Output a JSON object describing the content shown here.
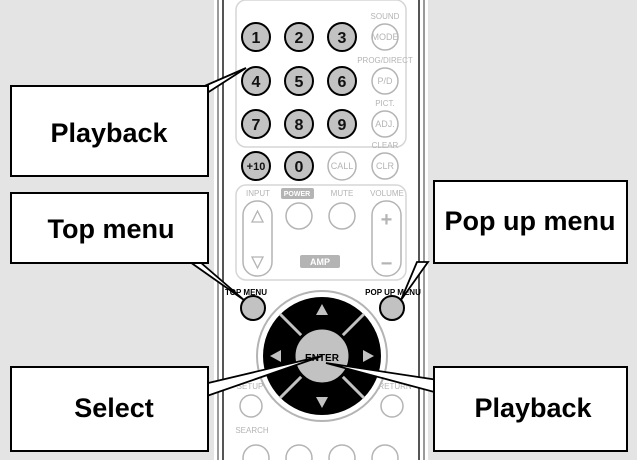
{
  "colors": {
    "background": "#e4e4e4",
    "remote_body": "#ffffff",
    "key_fill": "#c2c2c2",
    "faint": "#b4b4b4",
    "pad_ring": "#000000"
  },
  "keys": {
    "numbers": [
      "1",
      "2",
      "3",
      "4",
      "5",
      "6",
      "7",
      "8",
      "9",
      "+10",
      "0"
    ],
    "call": "CALL"
  },
  "right_column": {
    "labels": [
      "SOUND",
      "PROG/DIRECT",
      "PICT.",
      "CLEAR"
    ],
    "buttons": [
      "MODE",
      "P/D",
      "ADJ.",
      "CLR"
    ]
  },
  "amp": {
    "input": "INPUT",
    "power": "POWER",
    "mute": "MUTE",
    "volume": "VOLUME",
    "amp": "AMP",
    "plus": "+",
    "minus": "−"
  },
  "nav": {
    "top_menu": "TOP MENU",
    "pop_up_menu": "POP UP MENU",
    "enter": "ENTER",
    "setup": "SETUP",
    "return": "RETURN",
    "search": "SEARCH"
  },
  "callouts": {
    "playback_top": "Playback",
    "top_menu": "Top menu",
    "pop_up_menu": "Pop up menu",
    "select": "Select",
    "playback_bottom": "Playback"
  }
}
